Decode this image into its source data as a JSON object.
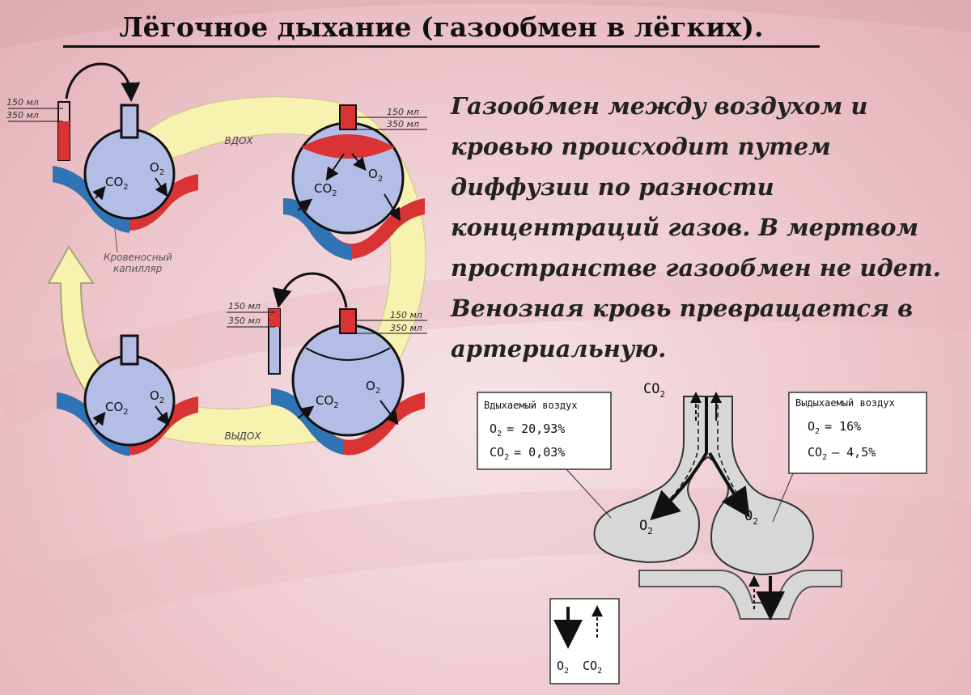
{
  "title": "Лёгочное дыхание (газообмен в лёгких).",
  "description": "Газообмен между воздухом и кровью происходит путем диффузии по разности концентраций газов. В мертвом пространстве газообмен не идет. Венозная кровь превращается в артериальную.",
  "colors": {
    "venous": "#2f74b5",
    "arterial": "#d93333",
    "alveolus": "#b3bde5",
    "cycle": "#f7f2b0",
    "membrane": "#d7d7d7"
  },
  "cycle_diagram": {
    "inhale_label": "ВДОХ",
    "exhale_label": "ВЫДОХ",
    "capillary_label_line1": "Кровеносный",
    "capillary_label_line2": "капилляр",
    "volume_150_left": "150 мл",
    "volume_350_left": "350 мл",
    "volume_150_right": "150 мл",
    "volume_350_right": "350 мл",
    "volume_150_left_b": "150 мл",
    "volume_350_left_b": "350 мл",
    "volume_150_right_b": "150 мл",
    "volume_350_right_b": "350 мл",
    "co2": "CO",
    "o2": "O",
    "subscript": "2"
  },
  "alveoli_diagram": {
    "inhaled_title": "Вдыхаемый воздух",
    "inhaled_o2": "= 20,93%",
    "inhaled_co2": "= 0,03%",
    "exhaled_title": "Выдыхаемый воздух",
    "exhaled_o2": "= 16%",
    "exhaled_co2": "– 4,5%",
    "o2": "O",
    "co2": "CO",
    "subscript": "2"
  }
}
